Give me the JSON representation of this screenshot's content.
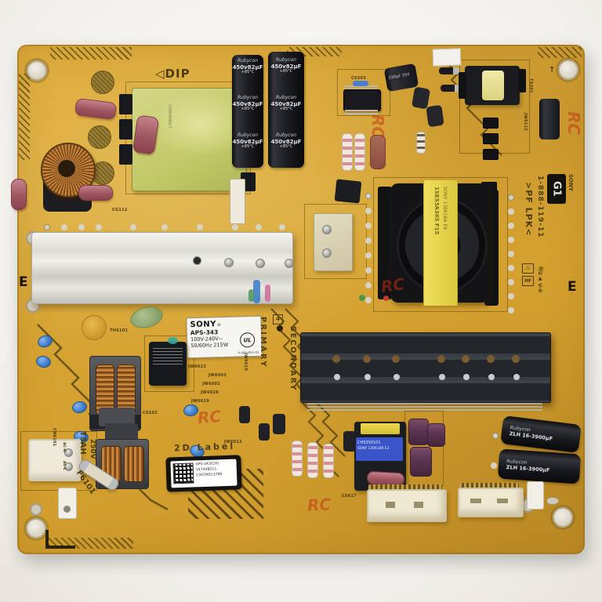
{
  "palette": {
    "board": "#d8a535",
    "silk": "#4c3c0e",
    "heatsink_light": "#e3e2da",
    "heatsink_dark": "#272b30",
    "tape_yellow": "#e6d54e",
    "copper": "#b5762e",
    "label_white": "#f5f4ef"
  },
  "labels": {
    "dip": "◁DIP",
    "primary": "PRIMARY",
    "secondary": "SECONDARY",
    "e_mark": "E",
    "warn4": "4",
    "arrow_up": "↑"
  },
  "sony_label": {
    "brand": "SONY",
    "reg": "®",
    "model": "APS-343",
    "voltage": "100V-240V~",
    "power": "50/60Hz 215W",
    "part": "4-452-654-01",
    "ul": "UL"
  },
  "board_id": {
    "brand": "SONY",
    "code": "G1",
    "number": "1-888-119-11",
    "material": ">PF LPK<",
    "symbol1": "♺",
    "symbol2": "HF",
    "flame": "Ⓡ2▲ V-0"
  },
  "label_2d": {
    "heading": "2D Label",
    "line1": "APS-343(CH)",
    "line2": "147448011-",
    "line3": "1307M013789"
  },
  "fuse_area": {
    "rating": "T5AH",
    "voltage": "250V",
    "ref": "F6101",
    "conn": "CN6101",
    "ac_n": "AC-N",
    "ac_l": "AC-L"
  },
  "caps": {
    "bulk": {
      "brand": "Rubycon",
      "value": "450v82µF",
      "temp": "+85°C"
    },
    "out": {
      "brand": "Rubycon",
      "text": "ZLH 16-3900µF"
    },
    "small_cap": "220µF 35V"
  },
  "transformers": {
    "main": {
      "line1": "1SE53A365 F15",
      "line2": "SONY 130618A E4"
    },
    "aux": {
      "line1": "CHS356101",
      "line2": "SONY 130618R E3"
    },
    "pfc": {
      "line1": "CM84HN07"
    }
  },
  "silk": {
    "c6303": "C6303",
    "cg112": "CG112",
    "th6101": "TH6101",
    "c6102": "C6102",
    "c6627": "C6627",
    "jw6023": "JW6023",
    "jw6003": "JW6003",
    "jw6002": "JW6002",
    "jw6028": "JW6028",
    "jw6019": "JW6019",
    "jw6010": "JW6010",
    "jw6012": "JW6012",
    "jw6112": "JW6112",
    "ts301": "TS301",
    "stamp": "RC"
  }
}
